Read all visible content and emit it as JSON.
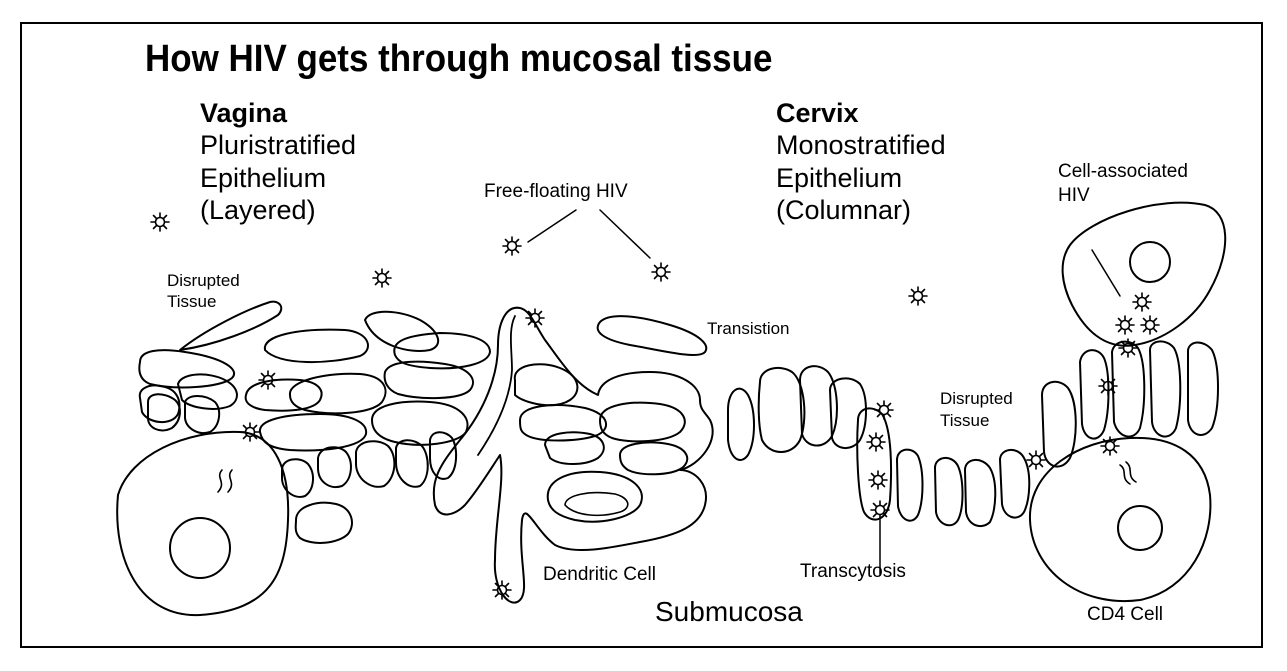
{
  "title": "How HIV gets through mucosal tissue",
  "vagina": {
    "heading": "Vagina",
    "line1": "Pluristratified",
    "line2": "Epithelium",
    "line3": "(Layered)"
  },
  "cervix": {
    "heading": "Cervix",
    "line1": "Monostratified",
    "line2": "Epithelium",
    "line3": "(Columnar)"
  },
  "labels": {
    "free_floating": "Free-floating HIV",
    "cell_associated_1": "Cell-associated",
    "cell_associated_2": "HIV",
    "disrupted_left_1": "Disrupted",
    "disrupted_left_2": "Tissue",
    "disrupted_right_1": "Disrupted",
    "disrupted_right_2": "Tissue",
    "transition": "Transistion",
    "transcytosis": "Transcytosis",
    "dendritic": "Dendritic Cell",
    "submucosa": "Submucosa",
    "cd4": "CD4 Cell"
  },
  "colors": {
    "ink": "#000000",
    "background": "#ffffff"
  },
  "icons": {
    "virus": "hiv-virus-icon"
  }
}
